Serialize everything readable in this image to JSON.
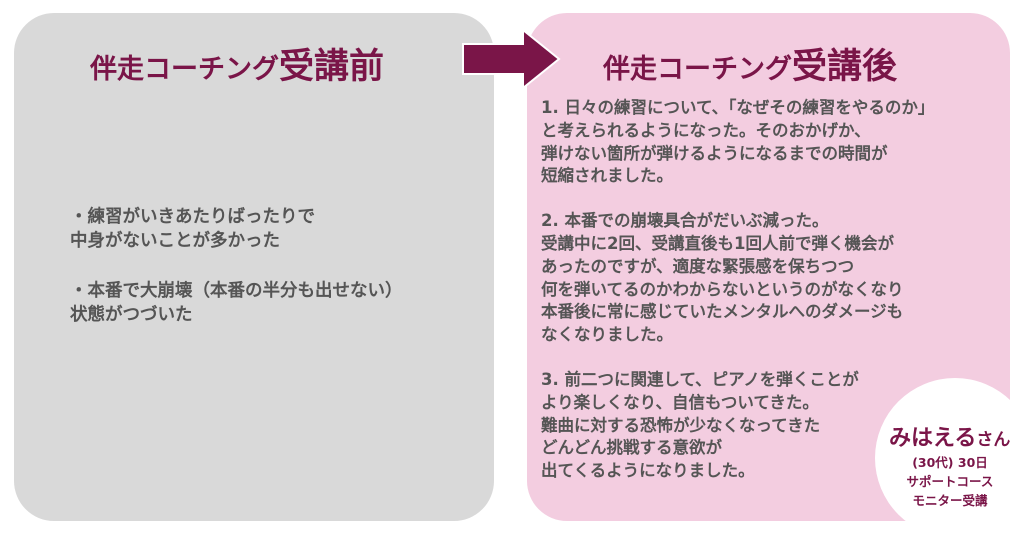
{
  "before": {
    "title_small": "伴走コーチング",
    "title_big": "受講前",
    "items": [
      {
        "lines": [
          "・練習がいきあたりばったりで",
          "中身がないことが多かった"
        ]
      },
      {
        "lines": [
          "・本番で大崩壊（本番の半分も出せない）",
          "状態がつづいた"
        ]
      }
    ]
  },
  "after": {
    "title_small": "伴走コーチング",
    "title_big": "受講後",
    "items": [
      {
        "lines": [
          "1. 日々の練習について、「なぜその練習をやるのか」",
          "と考えられるようになった。そのおかげか、",
          "弾けない箇所が弾けるようになるまでの時間が",
          "短縮されました。"
        ]
      },
      {
        "lines": [
          "2. 本番での崩壊具合がだいぶ減った。",
          "受講中に2回、受講直後も1回人前で弾く機会が",
          "あったのですが、適度な緊張感を保ちつつ",
          "何を弾いてるのかわからないというのがなくなり",
          "本番後に常に感じていたメンタルへのダメージも",
          "なくなりました。"
        ]
      },
      {
        "lines": [
          "3. 前二つに関連して、ピアノを弾くことが",
          "より楽しくなり、自信もついてきた。",
          "難曲に対する恐怖が少なくなってきた",
          "どんどん挑戦する意欲が",
          "出てくるようになりました。"
        ]
      }
    ]
  },
  "person": {
    "name": "みはえる",
    "suffix": "さん",
    "info": [
      "(30代) 30日",
      "サポートコース",
      "モニター受講"
    ]
  },
  "colors": {
    "accent": "#7a1548",
    "panel_before": "#d9d9d9",
    "panel_after": "#f3cde0",
    "body_text": "#555555"
  },
  "icons": {
    "arrow": "right-arrow-icon"
  }
}
